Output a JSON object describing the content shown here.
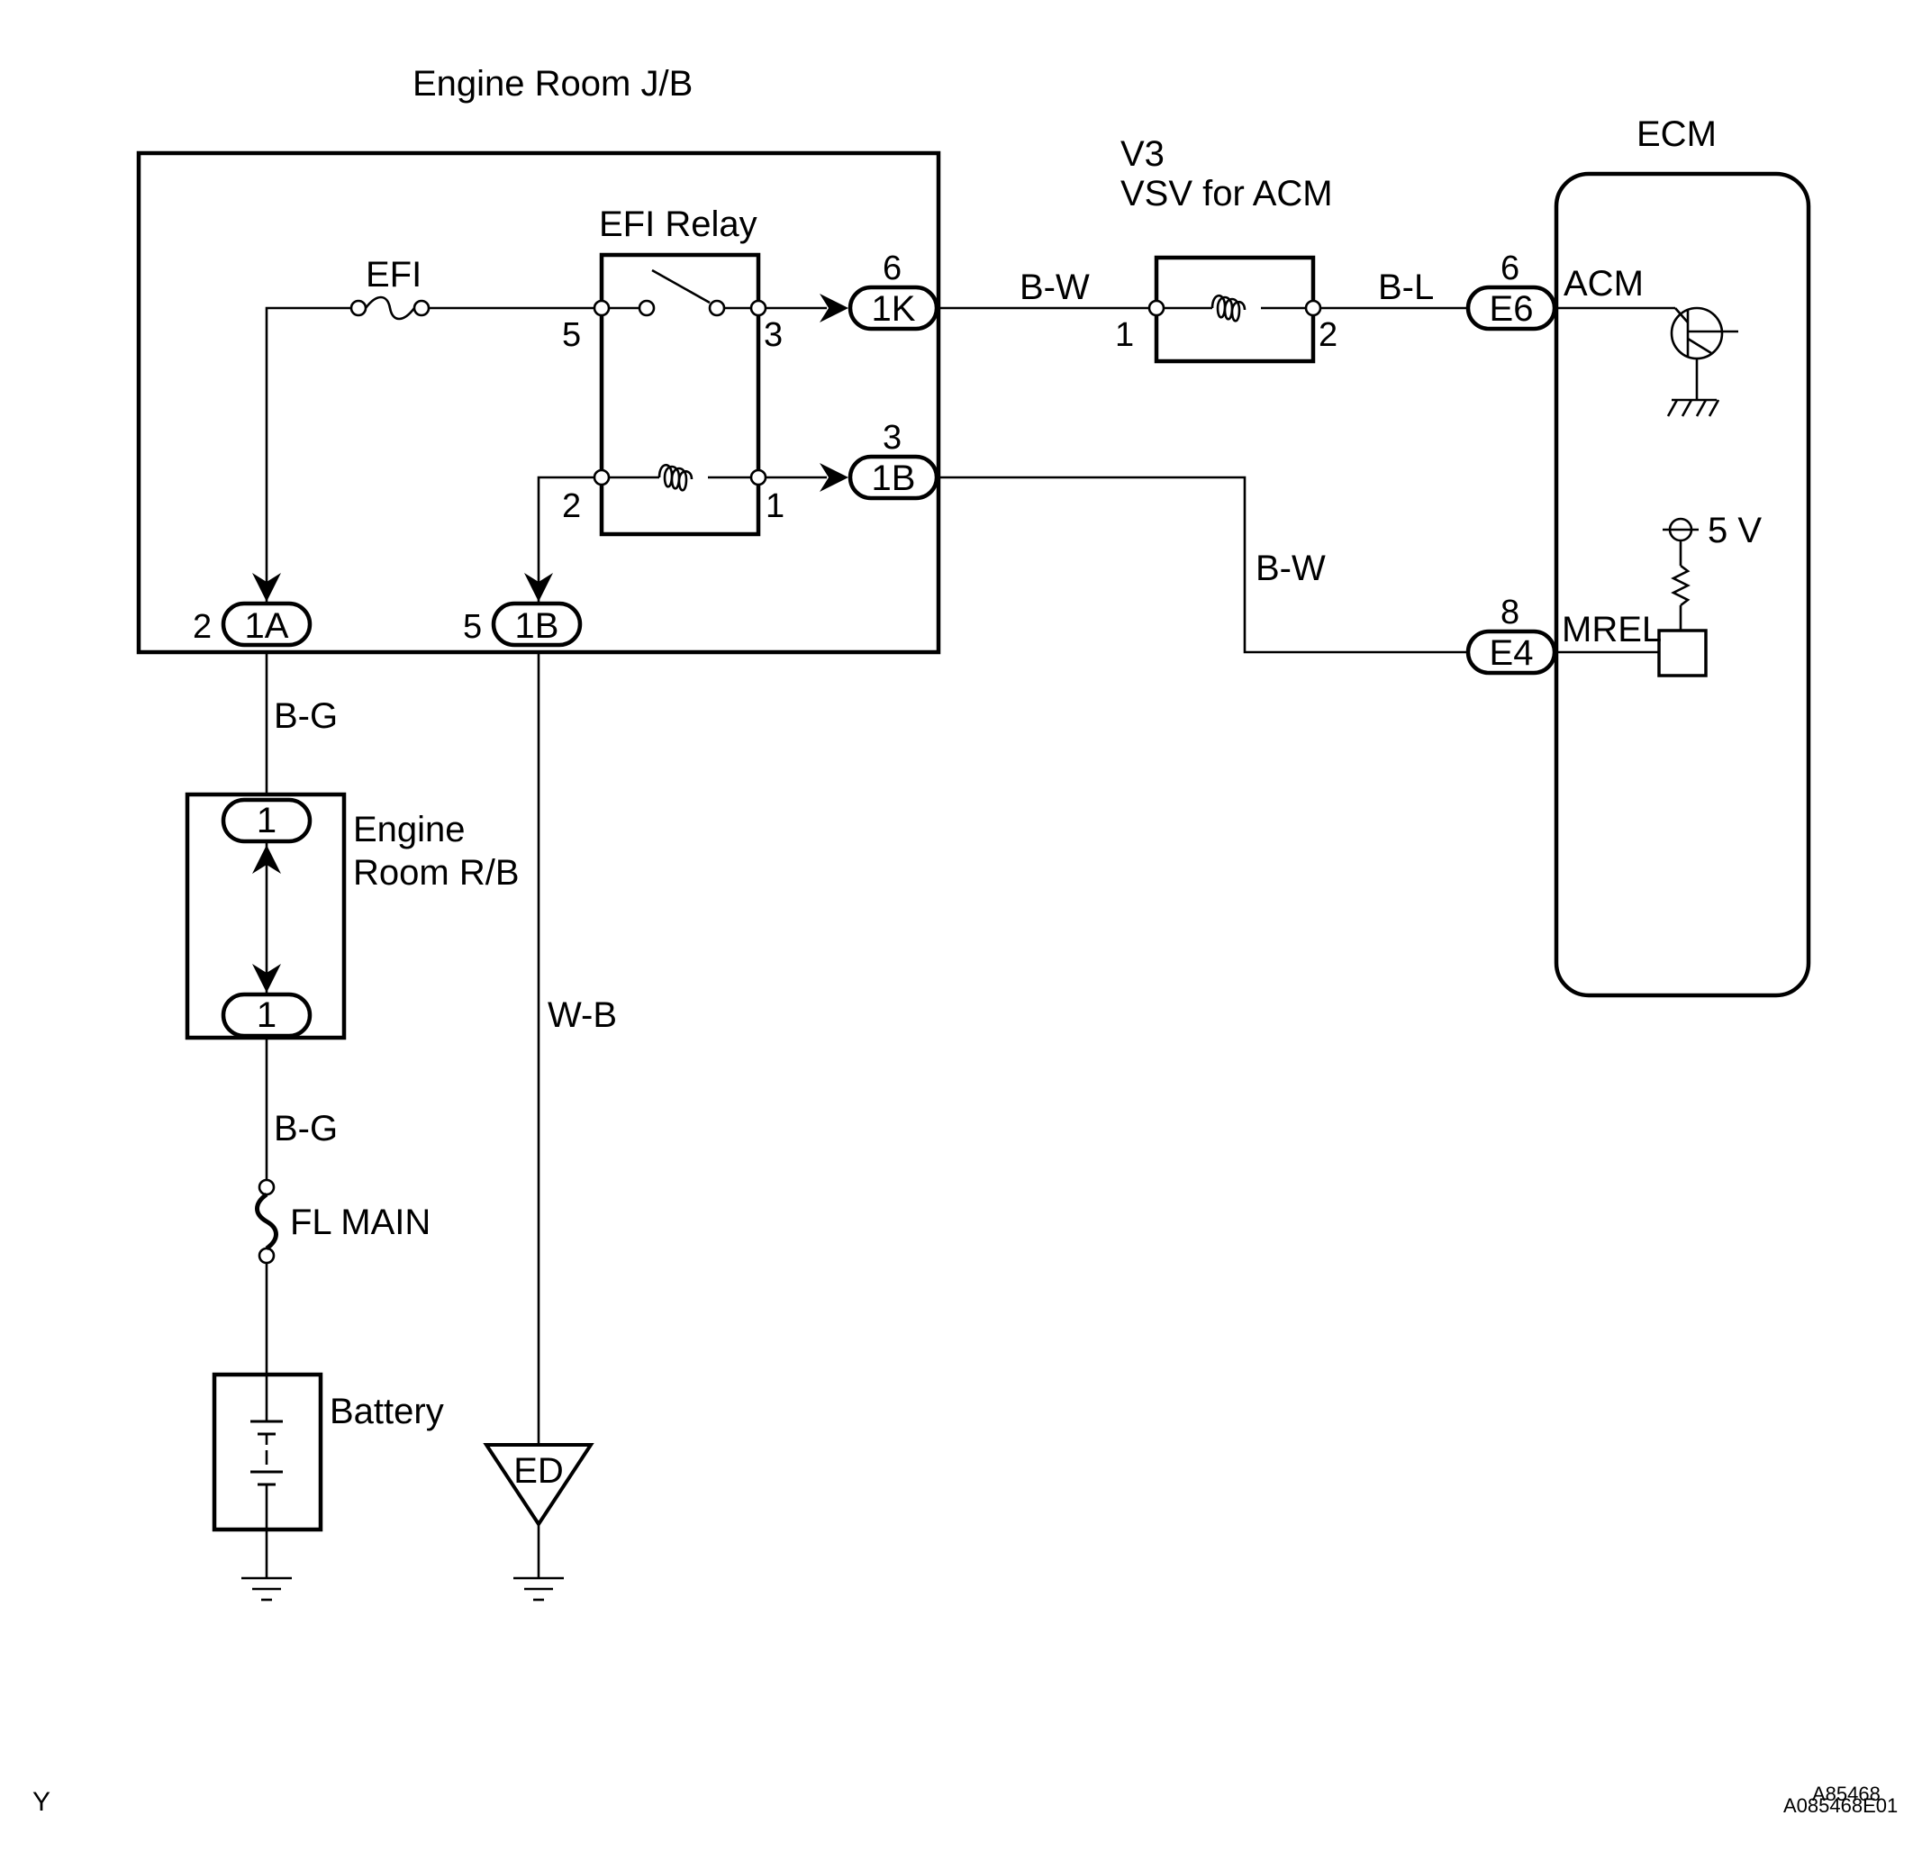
{
  "components": {
    "junction_block": "Engine Room J/B",
    "relay_block": [
      "Engine",
      "Room R/B"
    ],
    "efi_relay": "EFI Relay",
    "efi_fuse": "EFI",
    "vsv_id": "V3",
    "vsv_name": "VSV for ACM",
    "ecm": "ECM",
    "fl_main": "FL MAIN",
    "battery": "Battery",
    "ground_ed": "ED"
  },
  "wires": {
    "bw_top": "B-W",
    "bl": "B-L",
    "bw_right": "B-W",
    "bg_upper": "B-G",
    "bg_lower": "B-G",
    "wb": "W-B"
  },
  "connectors": {
    "c1K": {
      "id": "1K",
      "pin": "6"
    },
    "c1B_right": {
      "id": "1B",
      "pin": "3"
    },
    "c1A": {
      "id": "1A",
      "pin": "2"
    },
    "c1B_bottom": {
      "id": "1B",
      "pin": "5"
    },
    "rb_top": {
      "id": "1"
    },
    "rb_bottom": {
      "id": "1"
    },
    "cE6": {
      "id": "E6",
      "pin": "6"
    },
    "cE4": {
      "id": "E4",
      "pin": "8"
    }
  },
  "relay_pins": {
    "p5": "5",
    "p3": "3",
    "p2": "2",
    "p1": "1"
  },
  "vsv_pins": {
    "p1": "1",
    "p2": "2"
  },
  "ecm_terminals": {
    "acm": "ACM",
    "mrel": "MREL",
    "voltage": "5 V"
  },
  "corner": {
    "left": "Y",
    "right_under": "A85468",
    "right": "A085468E01"
  }
}
